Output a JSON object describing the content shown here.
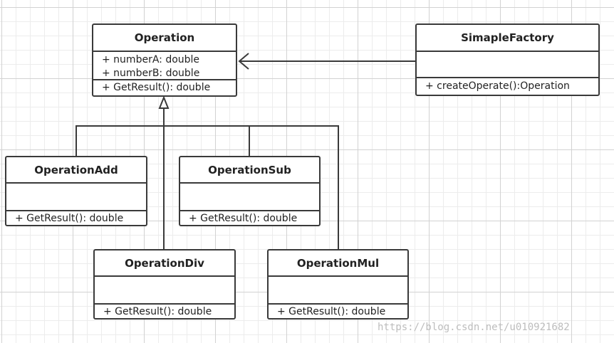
{
  "classes": {
    "operation": {
      "name": "Operation",
      "attributes": [
        "+ numberA: double",
        "+ numberB: double"
      ],
      "operations": [
        "+ GetResult(): double"
      ]
    },
    "factory": {
      "name": "SimapleFactory",
      "attributes": [],
      "operations": [
        "+ createOperate():Operation"
      ]
    },
    "add": {
      "name": "OperationAdd",
      "attributes": [],
      "operations": [
        "+ GetResult(): double"
      ]
    },
    "sub": {
      "name": "OperationSub",
      "attributes": [],
      "operations": [
        "+ GetResult(): double"
      ]
    },
    "div": {
      "name": "OperationDiv",
      "attributes": [],
      "operations": [
        "+ GetResult(): double"
      ]
    },
    "mul": {
      "name": "OperationMul",
      "attributes": [],
      "operations": [
        "+ GetResult(): double"
      ]
    }
  },
  "relations": [
    {
      "from": "SimapleFactory",
      "to": "Operation",
      "type": "association"
    },
    {
      "from": "OperationAdd",
      "to": "Operation",
      "type": "inheritance"
    },
    {
      "from": "OperationSub",
      "to": "Operation",
      "type": "inheritance"
    },
    {
      "from": "OperationDiv",
      "to": "Operation",
      "type": "inheritance"
    },
    {
      "from": "OperationMul",
      "to": "Operation",
      "type": "inheritance"
    }
  ],
  "watermark": "https://blog.csdn.net/u010921682",
  "colors": {
    "stroke": "#3a3a3a",
    "grid": "#d2d2d2",
    "watermark": "#bdbdbd"
  }
}
